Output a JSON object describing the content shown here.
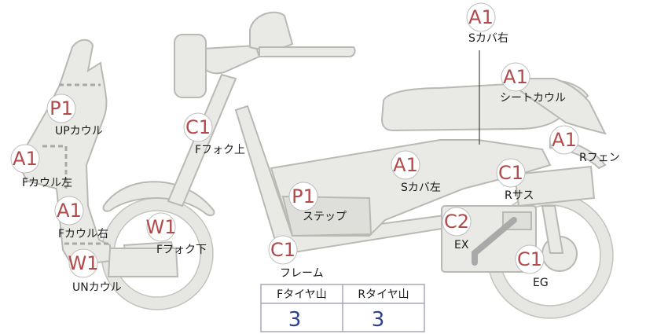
{
  "annotations": [
    {
      "id": "scover-right",
      "grade": "A1",
      "label": "Sカバ右"
    },
    {
      "id": "seat-cowl",
      "grade": "A1",
      "label": "シートカウル"
    },
    {
      "id": "r-fender",
      "grade": "A1",
      "label": "Rフェン"
    },
    {
      "id": "up-cowl",
      "grade": "P1",
      "label": "UPカウル"
    },
    {
      "id": "f-fork-upper",
      "grade": "C1",
      "label": "Fフォク上"
    },
    {
      "id": "f-cowl-left",
      "grade": "A1",
      "label": "Fカウル左"
    },
    {
      "id": "scover-left",
      "grade": "A1",
      "label": "Sカバ左"
    },
    {
      "id": "r-suspension",
      "grade": "C1",
      "label": "Rサス"
    },
    {
      "id": "step",
      "grade": "P1",
      "label": "ステップ"
    },
    {
      "id": "f-cowl-right",
      "grade": "A1",
      "label": "Fカウル右"
    },
    {
      "id": "f-fork-lower",
      "grade": "W1",
      "label": "Fフォク下"
    },
    {
      "id": "exhaust",
      "grade": "C2",
      "label": "EX"
    },
    {
      "id": "frame",
      "grade": "C1",
      "label": "フレーム"
    },
    {
      "id": "un-cowl",
      "grade": "W1",
      "label": "UNカウル"
    },
    {
      "id": "engine",
      "grade": "C1",
      "label": "EG"
    }
  ],
  "tire_table": {
    "headers": [
      "Fタイヤ山",
      "Rタイヤ山"
    ],
    "values": [
      "3",
      "3"
    ]
  },
  "colors": {
    "grade_text": "#b24a4a",
    "table_value": "#2f3f8f",
    "part_fill": "#e9e9e6"
  }
}
